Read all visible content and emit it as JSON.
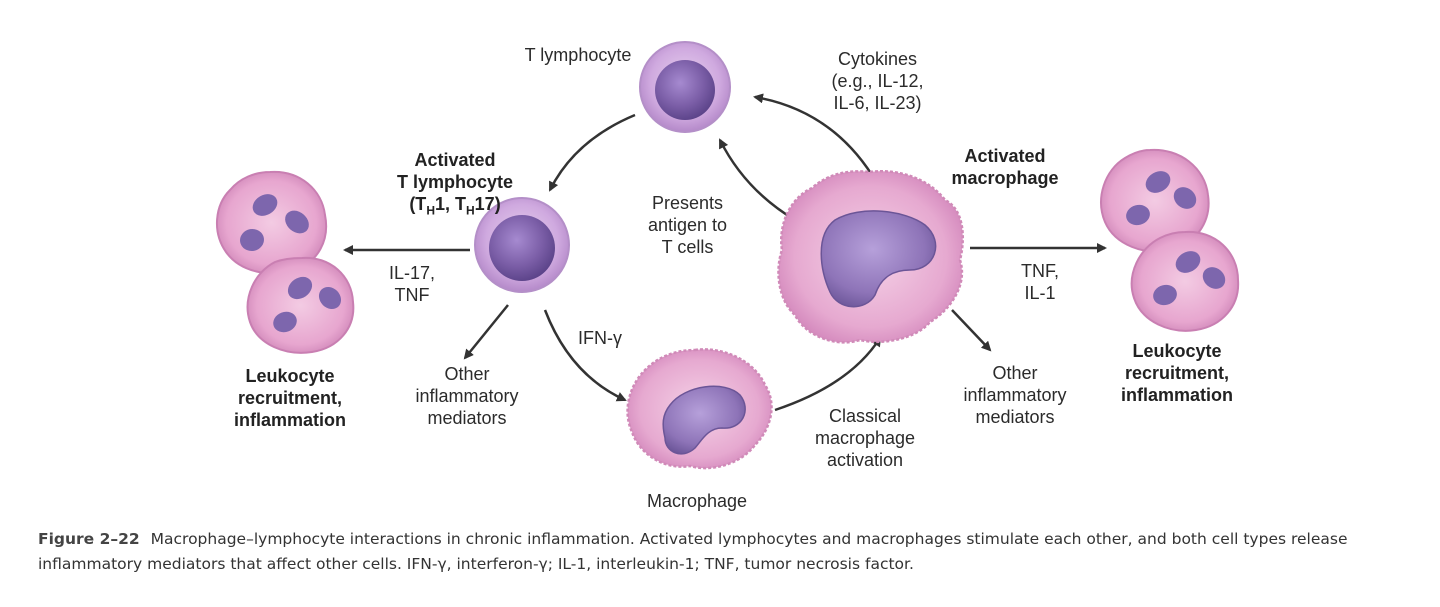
{
  "colors": {
    "arrow": "#333333",
    "lymphocyte_nucleus": "#7b5ea7",
    "lymphocyte_cytoplasm": "#c9a6d8",
    "macrophage_cytoplasm": "#e6a9d0",
    "macrophage_nucleus": "#8e74b8",
    "neutrophil_cytoplasm": "#e7a6cf",
    "neutrophil_nucleus": "#7d66ad"
  },
  "labels": {
    "t_lymphocyte": "T lymphocyte",
    "cytokines": "Cytokines\n(e.g., IL-12,\nIL-6,  IL-23)",
    "activated_t_title": "Activated\nT lymphocyte",
    "activated_t_sub_prefix": "(T",
    "activated_t_sub1": "H",
    "activated_t_mid": "1, T",
    "activated_t_sub2": "H",
    "activated_t_suffix": "17)",
    "activated_macrophage": "Activated\nmacrophage",
    "presents_antigen": "Presents\nantigen to\nT cells",
    "il17_tnf": "IL-17,\nTNF",
    "tnf_il1": "TNF,\nIL-1",
    "ifn_gamma": "IFN-γ",
    "other_mediators_left": "Other\ninflammatory\nmediators",
    "other_mediators_right": "Other\ninflammatory\nmediators",
    "classical_activation": "Classical\nmacrophage\nactivation",
    "macrophage": "Macrophage",
    "leukocyte_left": "Leukocyte\nrecruitment,\ninflammation",
    "leukocyte_right": "Leukocyte\nrecruitment,\ninflammation"
  },
  "caption": {
    "figure_number": "Figure 2–22",
    "text": "Macrophage–lymphocyte interactions in chronic inflammation. Activated lymphocytes and macrophages stimulate each other, and both cell types release inflammatory mediators that affect other cells. IFN-γ, interferon-γ; IL-1, interleukin-1; TNF, tumor necrosis factor."
  }
}
